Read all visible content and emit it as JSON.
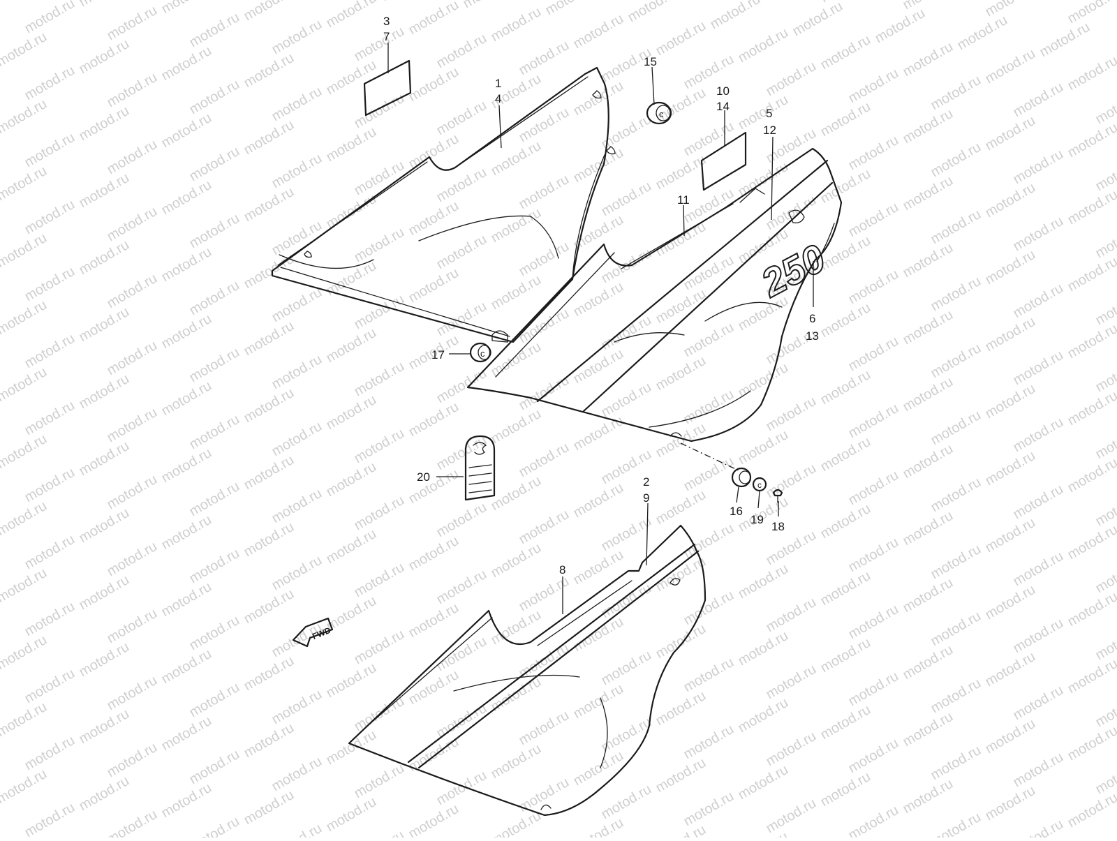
{
  "watermark": {
    "text": "motod.ru"
  },
  "arrow": {
    "text": "FWD"
  },
  "emblem": {
    "text": "250"
  },
  "callouts": [
    {
      "id": "c3",
      "text": "3"
    },
    {
      "id": "c7",
      "text": "7"
    },
    {
      "id": "c1",
      "text": "1"
    },
    {
      "id": "c4",
      "text": "4"
    },
    {
      "id": "c15",
      "text": "15"
    },
    {
      "id": "c10",
      "text": "10"
    },
    {
      "id": "c14",
      "text": "14"
    },
    {
      "id": "c5",
      "text": "5"
    },
    {
      "id": "c12",
      "text": "12"
    },
    {
      "id": "c11",
      "text": "11"
    },
    {
      "id": "c6",
      "text": "6"
    },
    {
      "id": "c13",
      "text": "13"
    },
    {
      "id": "c17",
      "text": "17"
    },
    {
      "id": "c20",
      "text": "20"
    },
    {
      "id": "c2",
      "text": "2"
    },
    {
      "id": "c9",
      "text": "9"
    },
    {
      "id": "c8",
      "text": "8"
    },
    {
      "id": "c16",
      "text": "16"
    },
    {
      "id": "c19",
      "text": "19"
    },
    {
      "id": "c18",
      "text": "18"
    }
  ]
}
